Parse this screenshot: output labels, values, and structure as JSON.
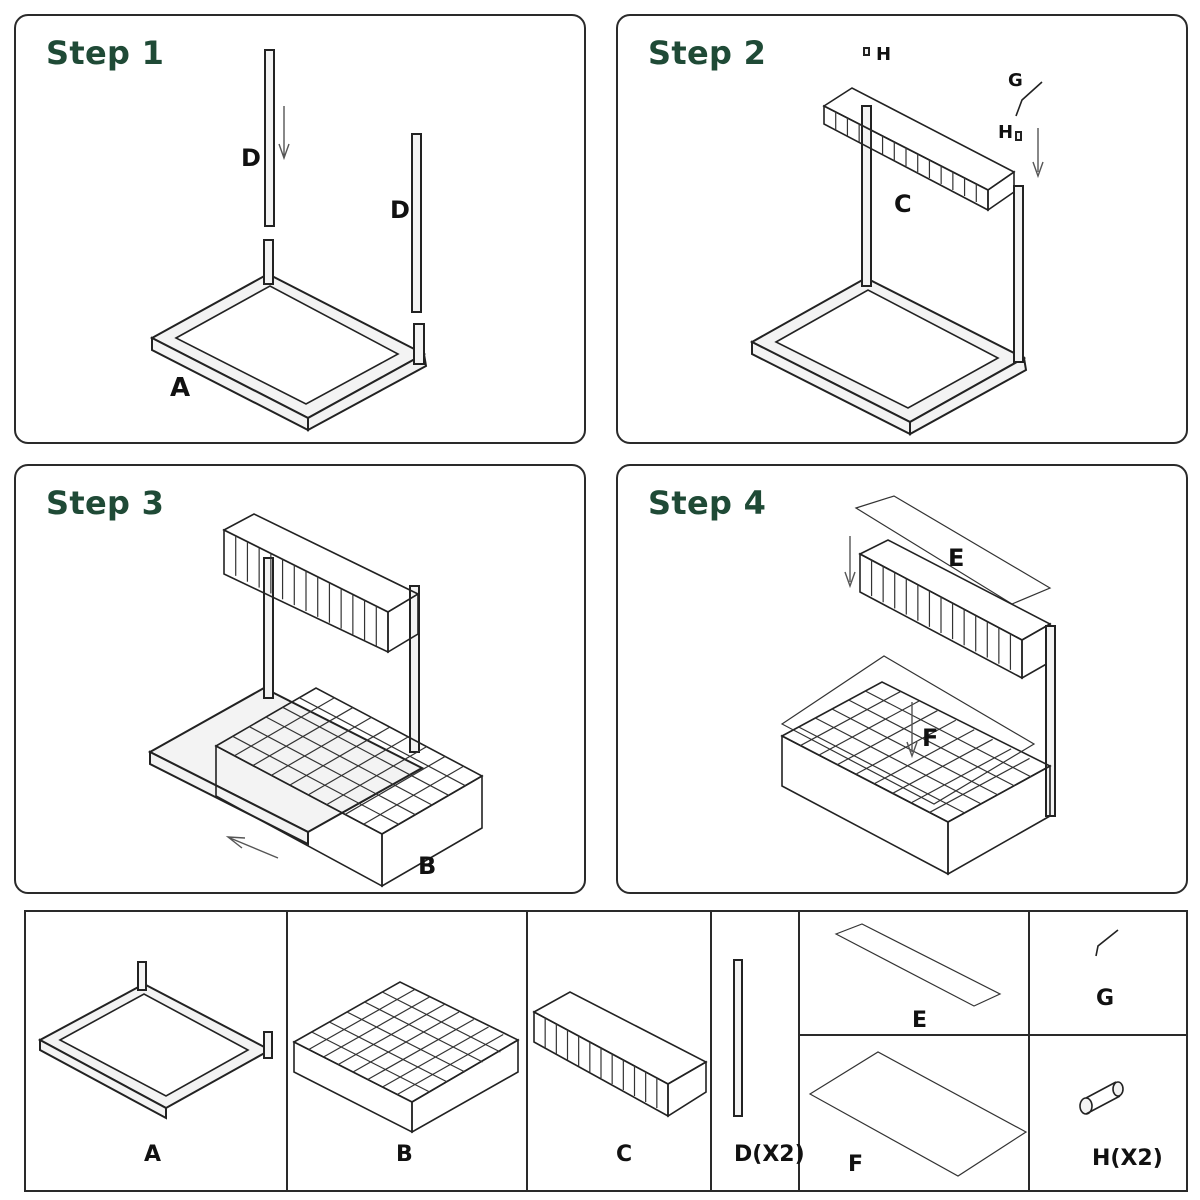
{
  "steps": [
    {
      "title": "Step 1",
      "labels": {
        "rod_left": "D",
        "rod_right": "D",
        "frame": "A"
      }
    },
    {
      "title": "Step 2",
      "labels": {
        "screw_top": "H",
        "hook": "G",
        "screw_right": "H",
        "basket": "C"
      }
    },
    {
      "title": "Step 3",
      "labels": {
        "drawer": "B"
      }
    },
    {
      "title": "Step 4",
      "labels": {
        "board_top": "E",
        "board_bottom": "F"
      }
    }
  ],
  "parts": {
    "a": "A",
    "b": "B",
    "c": "C",
    "d": "D(X2)",
    "e": "E",
    "f": "F",
    "g": "G",
    "h": "H(X2)"
  },
  "colors": {
    "title": "#1f4a36",
    "line": "#222222"
  }
}
